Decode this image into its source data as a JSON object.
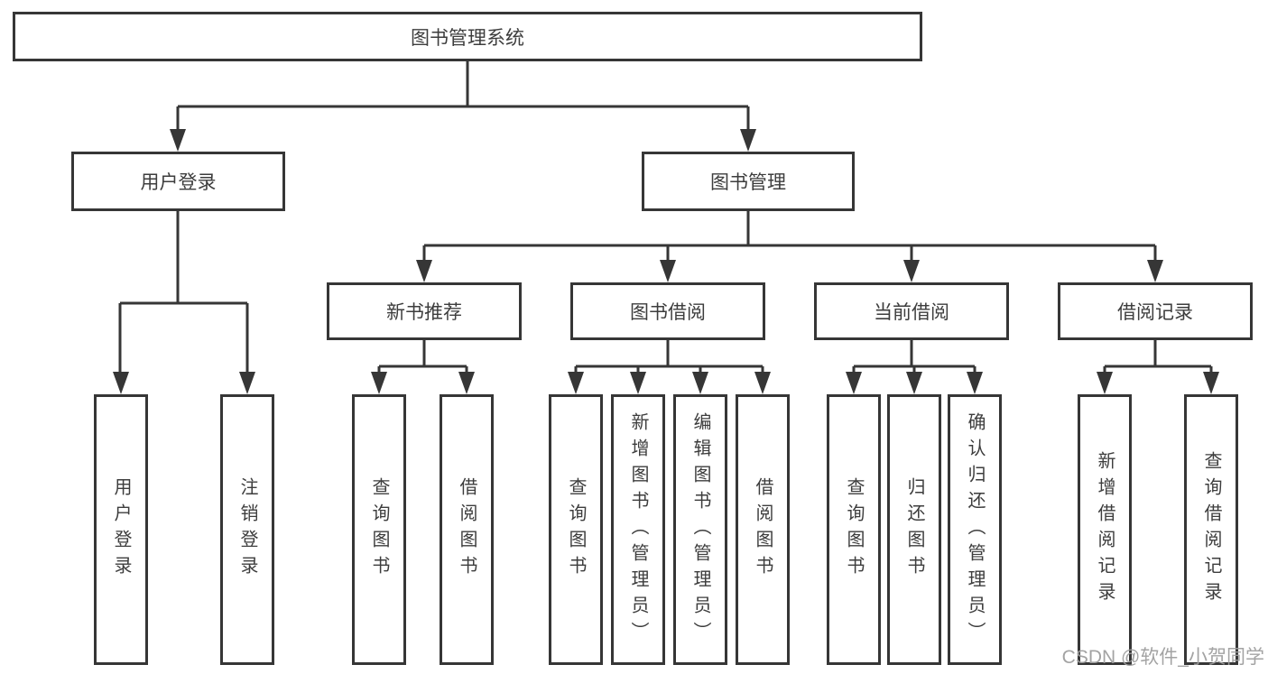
{
  "diagram": {
    "type": "function-structure-tree",
    "tree": {
      "root": {
        "id": "library-management-system",
        "label": "图书管理系统",
        "children": [
          {
            "id": "user-login",
            "label": "用户登录",
            "children": [
              {
                "id": "user-login-action",
                "label": "用户登录"
              },
              {
                "id": "logout-action",
                "label": "注销登录"
              }
            ]
          },
          {
            "id": "book-management",
            "label": "图书管理",
            "children": [
              {
                "id": "new-book-recommendation",
                "label": "新书推荐",
                "children": [
                  {
                    "id": "query-books",
                    "label": "查询图书"
                  },
                  {
                    "id": "borrow-books",
                    "label": "借阅图书"
                  }
                ]
              },
              {
                "id": "book-borrowing",
                "label": "图书借阅",
                "children": [
                  {
                    "id": "query-books",
                    "label": "查询图书"
                  },
                  {
                    "id": "add-books-admin",
                    "label": "新增图书（管理员）"
                  },
                  {
                    "id": "edit-books-admin",
                    "label": "编辑图书（管理员）"
                  },
                  {
                    "id": "borrow-books",
                    "label": "借阅图书"
                  }
                ]
              },
              {
                "id": "current-borrowing",
                "label": "当前借阅",
                "children": [
                  {
                    "id": "query-books",
                    "label": "查询图书"
                  },
                  {
                    "id": "return-books",
                    "label": "归还图书"
                  },
                  {
                    "id": "confirm-return-admin",
                    "label": "确认归还（管理员）"
                  }
                ]
              },
              {
                "id": "borrowing-records",
                "label": "借阅记录",
                "children": [
                  {
                    "id": "add-borrow-record",
                    "label": "新增借阅记录"
                  },
                  {
                    "id": "query-borrow-record",
                    "label": "查询借阅记录"
                  }
                ]
              }
            ]
          }
        ]
      }
    },
    "colors": {
      "line": "#363636",
      "box_border": "#363636",
      "box_fill": "#ffffff",
      "text": "#3d3d3d",
      "watermark": "#9e9e9e",
      "background": "#ffffff"
    }
  },
  "watermark": {
    "text": "CSDN @软件_小贺同学"
  }
}
